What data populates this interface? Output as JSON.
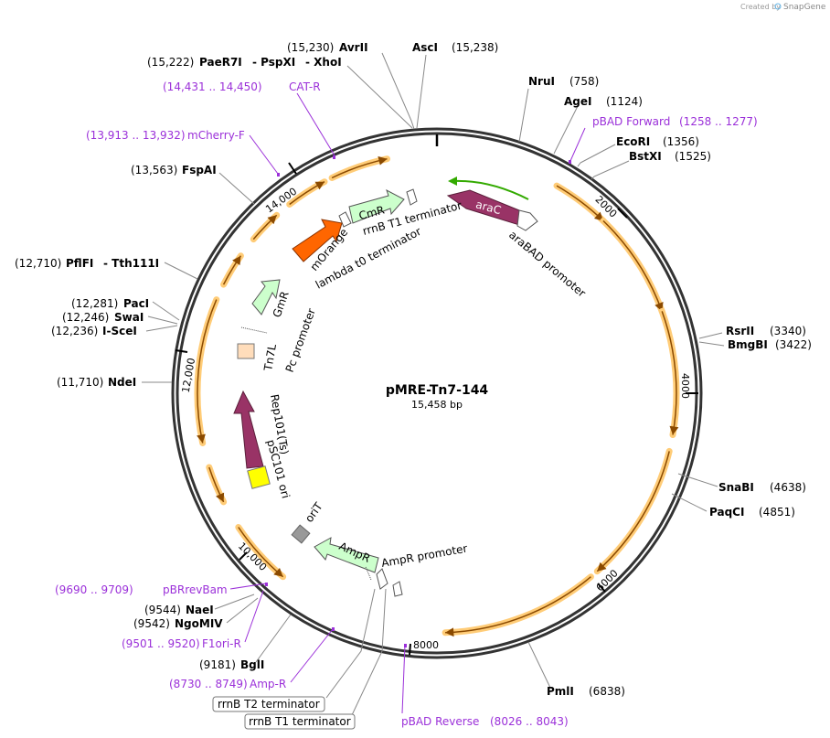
{
  "brand": {
    "created_by": "Created by",
    "app": "SnapGene"
  },
  "plasmid": {
    "name": "pMRE-Tn7-144",
    "size": "15,458 bp"
  },
  "colors": {
    "ring": "#333333",
    "orange_arrow": "#ffb347",
    "arrow_stroke": "#8b4a00",
    "primer": "#9b30d9",
    "leader": "#888888",
    "araC": "#993366",
    "mOrange": "#ff6600",
    "light_green": "#ccffcc",
    "promoter_white": "#ffffff",
    "peach": "#ffddbb",
    "ori_yellow": "#ffff00",
    "oriT_gray": "#999999",
    "green_line": "#33aa00"
  },
  "ticks": [
    "2000",
    "4000",
    "6000",
    "8000",
    "10,000",
    "12,000",
    "14,000"
  ],
  "enzymes": [
    {
      "name": "AvrII",
      "pos": "(15,230)"
    },
    {
      "name": "AscI",
      "pos": "(15,238)"
    },
    {
      "name": "PaeR7I",
      "pos": "(15,222)",
      "extra1": "PspXI",
      "extra2": "XhoI"
    },
    {
      "name": "NruI",
      "pos": "(758)"
    },
    {
      "name": "AgeI",
      "pos": "(1124)"
    },
    {
      "name": "EcoRI",
      "pos": "(1356)"
    },
    {
      "name": "BstXI",
      "pos": "(1525)"
    },
    {
      "name": "FspAI",
      "pos": "(13,563)"
    },
    {
      "name": "PflFI",
      "pos": "(12,710)",
      "extra1": "Tth111I"
    },
    {
      "name": "PacI",
      "pos": "(12,281)"
    },
    {
      "name": "SwaI",
      "pos": "(12,246)"
    },
    {
      "name": "I-SceI",
      "pos": "(12,236)"
    },
    {
      "name": "NdeI",
      "pos": "(11,710)"
    },
    {
      "name": "RsrII",
      "pos": "(3340)"
    },
    {
      "name": "BmgBI",
      "pos": "(3422)"
    },
    {
      "name": "SnaBI",
      "pos": "(4638)"
    },
    {
      "name": "PaqCI",
      "pos": "(4851)"
    },
    {
      "name": "NaeI",
      "pos": "(9544)"
    },
    {
      "name": "NgoMIV",
      "pos": "(9542)"
    },
    {
      "name": "BglI",
      "pos": "(9181)"
    },
    {
      "name": "PmlI",
      "pos": "(6838)"
    }
  ],
  "primers": [
    {
      "name": "CAT-R",
      "range": "(14,431 .. 14,450)"
    },
    {
      "name": "mCherry-F",
      "range": "(13,913 .. 13,932)"
    },
    {
      "name": "pBAD Forward",
      "range": "(1258 .. 1277)"
    },
    {
      "name": "pBRrevBam",
      "range": "(9690 .. 9709)"
    },
    {
      "name": "F1ori-R",
      "range": "(9501 .. 9520)"
    },
    {
      "name": "Amp-R",
      "range": "(8730 .. 8749)"
    },
    {
      "name": "pBAD Reverse",
      "range": "(8026 .. 8043)"
    }
  ],
  "features": {
    "CmR": "CmR",
    "araC": "araC",
    "rrnB_T1_inner": "rrnB T1 terminator",
    "araBAD_promoter": "araBAD promoter",
    "mOrange": "mOrange",
    "lambda_t0": "lambda t0 terminator",
    "GmR": "GmR",
    "Pc_promoter": "Pc promoter",
    "Tn7L": "Tn7L",
    "Rep101": "Rep101(Ts)",
    "pSC101_ori": "pSC101 ori",
    "oriT": "oriT",
    "AmpR": "AmpR",
    "AmpR_promoter": "AmpR promoter",
    "rrnB_T2_box": "rrnB T2 terminator",
    "rrnB_T1_box": "rrnB T1 terminator"
  }
}
